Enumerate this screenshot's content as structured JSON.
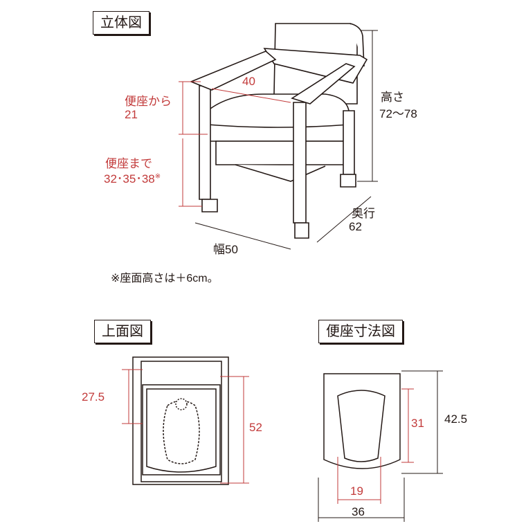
{
  "colors": {
    "dimension": "#c23a3a",
    "line": "#231815"
  },
  "views": {
    "isometric": {
      "title": "立体図"
    },
    "top": {
      "title": "上面図"
    },
    "seat": {
      "title": "便座寸法図"
    }
  },
  "dimensions": {
    "depth_from_seat_label": "便座から",
    "depth_from_seat_value": "21",
    "seat_to_floor_label": "便座まで",
    "seat_to_floor_value": "32･35･38",
    "seat_to_floor_mark": "※",
    "seat_width": "40",
    "height_label": "高さ",
    "height_value": "72〜78",
    "depth_label": "奥行",
    "depth_value": "62",
    "width_label": "幅50",
    "top_front": "27.5",
    "top_depth": "52",
    "seat_outer_depth": "42.5",
    "seat_hole_depth": "31",
    "seat_hole_width": "19",
    "seat_outer_width": "36"
  },
  "note": "※座面高さは＋6cm。"
}
